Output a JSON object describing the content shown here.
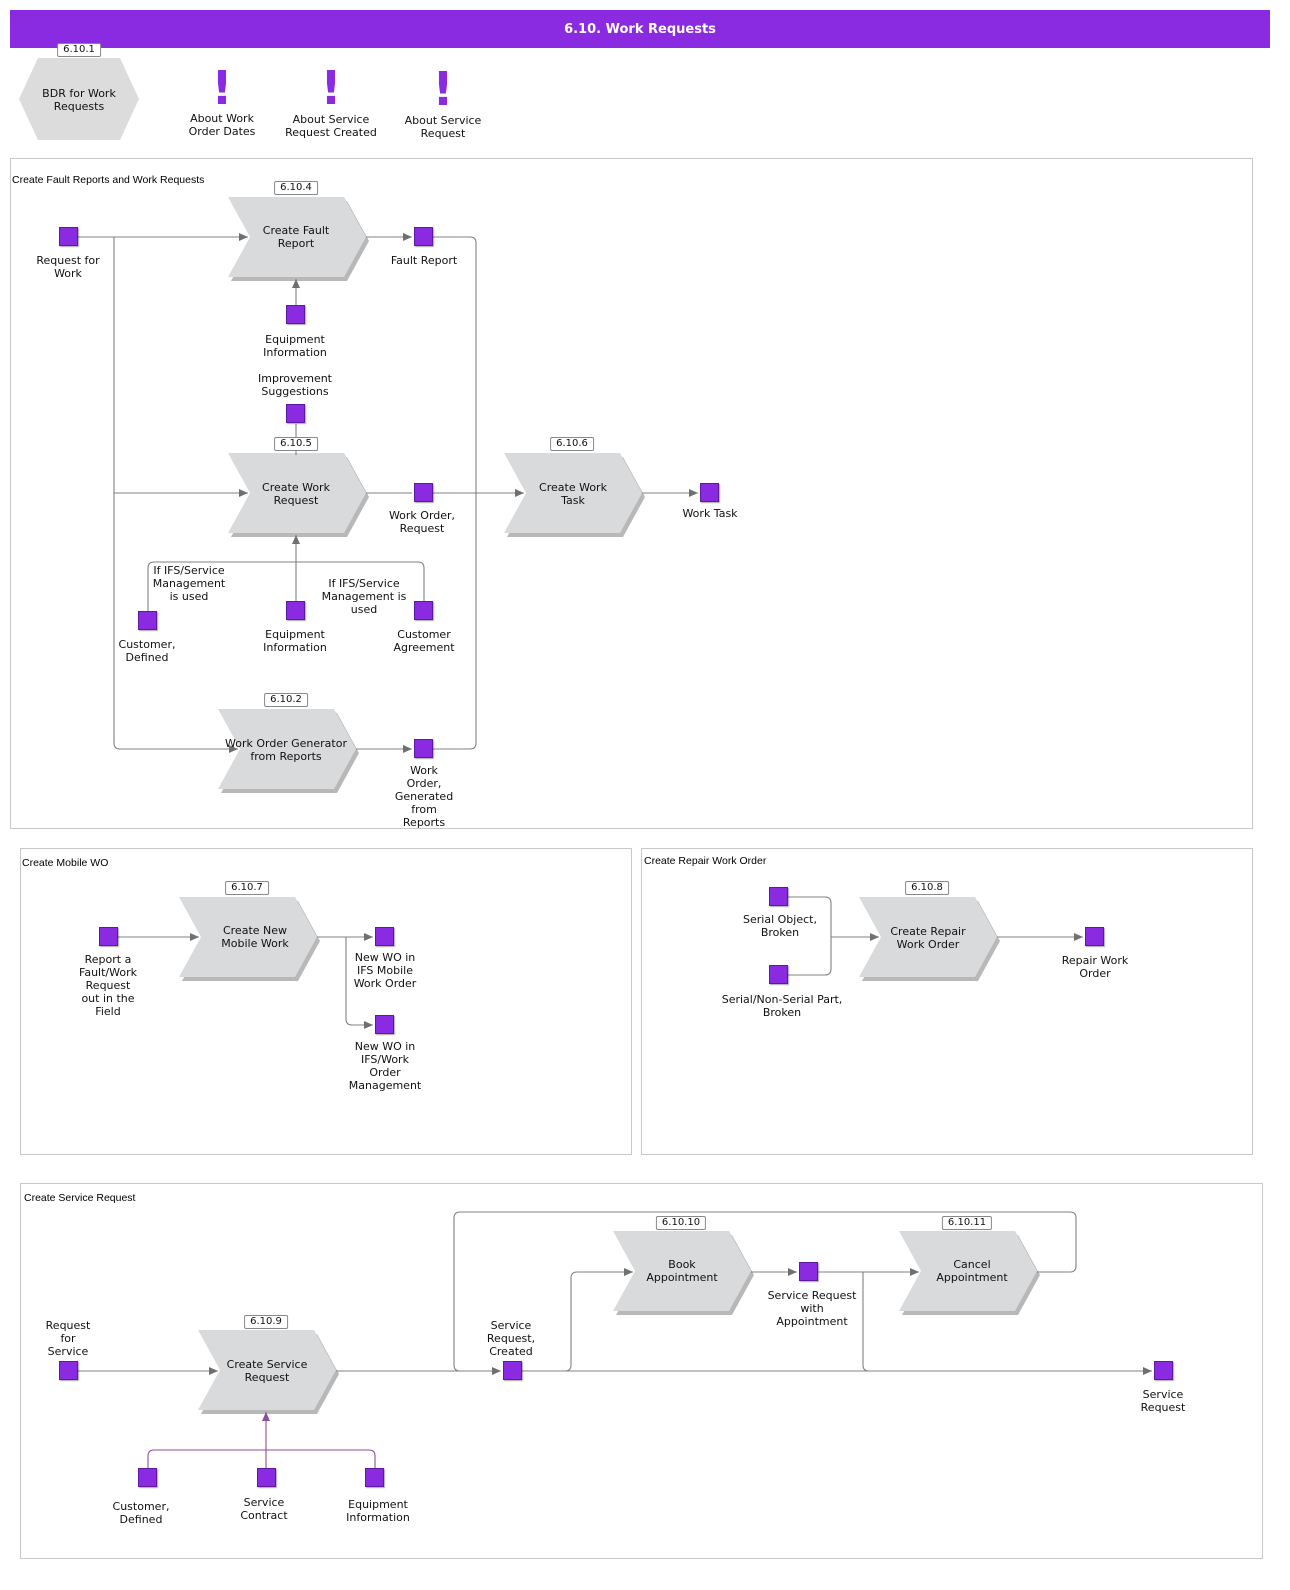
{
  "header": {
    "title": "6.10. Work Requests"
  },
  "top": {
    "bdr": {
      "badge": "6.10.1",
      "label": "BDR for Work\nRequests"
    },
    "notes": [
      {
        "label": "About Work\nOrder Dates"
      },
      {
        "label": "About Service\nRequest Created"
      },
      {
        "label": "About Service\nRequest"
      }
    ]
  },
  "fault": {
    "title": "Create Fault Reports and Work Requests",
    "processes": {
      "create_fault_report": {
        "badge": "6.10.4",
        "label": "Create Fault\nReport"
      },
      "create_work_request": {
        "badge": "6.10.5",
        "label": "Create Work\nRequest"
      },
      "create_work_task": {
        "badge": "6.10.6",
        "label": "Create Work\nTask"
      },
      "wo_generator": {
        "badge": "6.10.2",
        "label": "Work Order Generator\nfrom Reports"
      }
    },
    "objects": {
      "request_for_work": "Request for\nWork",
      "fault_report": "Fault Report",
      "equipment_info_1": "Equipment\nInformation",
      "improvement": "Improvement\nSuggestions",
      "work_order_request": "Work Order,\nRequest",
      "work_task": "Work Task",
      "customer_defined": "Customer,\nDefined",
      "equipment_info_2": "Equipment\nInformation",
      "customer_agreement": "Customer\nAgreement",
      "wo_generated": "Work\nOrder,\nGenerated\nfrom\nReports"
    },
    "conditions": {
      "ifs_left": "If IFS/Service\nManagement\nis used",
      "ifs_right": "If IFS/Service\nManagement is\nused"
    }
  },
  "mobile": {
    "title": "Create Mobile WO",
    "process": {
      "badge": "6.10.7",
      "label": "Create New\nMobile Work"
    },
    "objects": {
      "report_fault": "Report a\nFault/Work\nRequest\nout in the\nField",
      "new_wo_mobile": "New WO in\nIFS Mobile\nWork Order",
      "new_wo_mgmt": "New WO in\nIFS/Work\nOrder\nManagement"
    }
  },
  "repair": {
    "title": "Create Repair Work Order",
    "process": {
      "badge": "6.10.8",
      "label": "Create Repair\nWork Order"
    },
    "objects": {
      "serial_object": "Serial Object,\nBroken",
      "serial_part": "Serial/Non-Serial Part,\nBroken",
      "repair_wo": "Repair Work\nOrder"
    }
  },
  "service": {
    "title": "Create Service Request",
    "processes": {
      "create_service_request": {
        "badge": "6.10.9",
        "label": "Create Service\nRequest"
      },
      "book_appointment": {
        "badge": "6.10.10",
        "label": "Book\nAppointment"
      },
      "cancel_appointment": {
        "badge": "6.10.11",
        "label": "Cancel\nAppointment"
      }
    },
    "objects": {
      "request_for_service": "Request\nfor\nService",
      "sr_created": "Service\nRequest,\nCreated",
      "sr_with_appointment": "Service Request\nwith\nAppointment",
      "service_request": "Service\nRequest",
      "customer_defined": "Customer,\nDefined",
      "service_contract": "Service\nContract",
      "equipment_info": "Equipment\nInformation"
    }
  },
  "colors": {
    "accent": "#8a2be2",
    "process_fill": "#d9dadc",
    "connector": "#808080",
    "connector_input": "#8b4f9c"
  }
}
